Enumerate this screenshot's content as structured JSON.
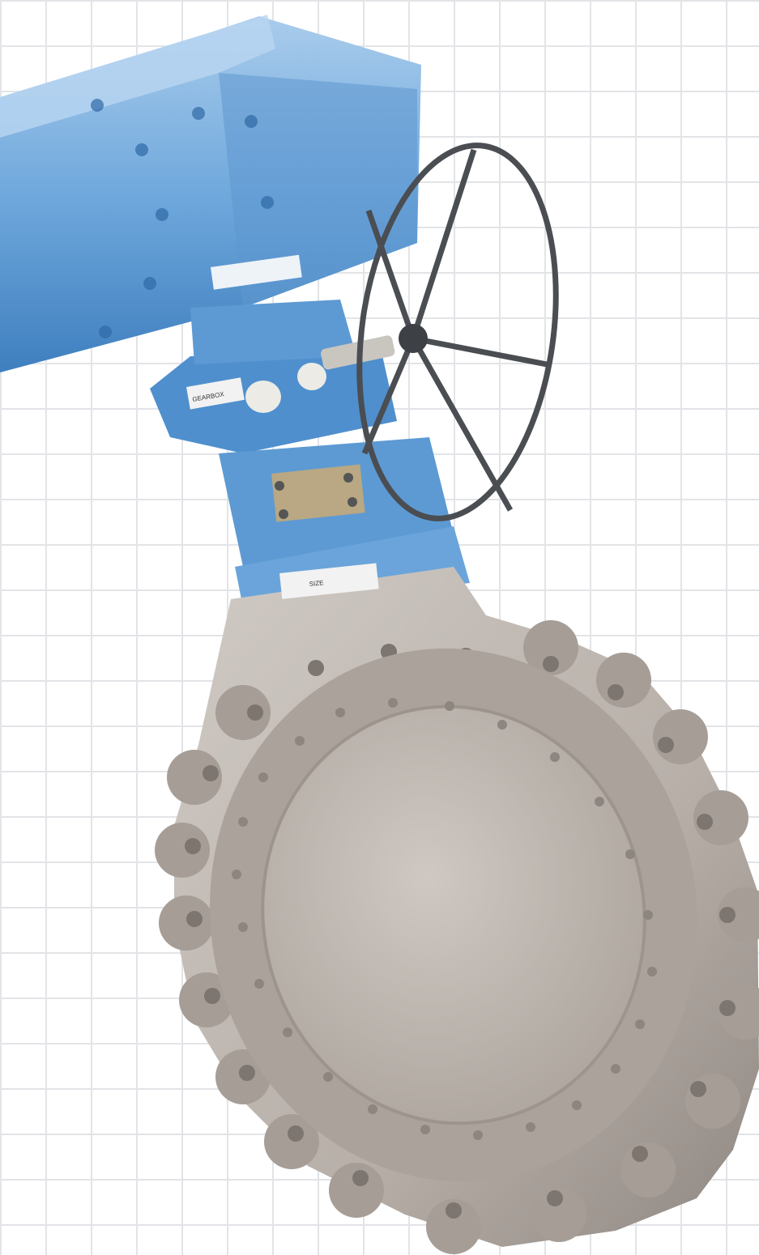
{
  "photo": {
    "subject": "butterfly-valve-with-actuator",
    "palette": {
      "background": "#ffffff",
      "grid_line": "#e2e4e7",
      "actuator_blue": "#6fa8dc",
      "actuator_blue_dark": "#3f7fbf",
      "actuator_blue_light": "#a9ccec",
      "valve_steel": "#b7afa8",
      "valve_steel_dark": "#8f8781",
      "valve_steel_light": "#d0cac5",
      "disc_face": "#c4bdb7",
      "handwheel": "#4a4d52",
      "plate_white": "#f2f2f2"
    },
    "nameplates": {
      "gearbox_plate": "GEARBOX",
      "body_plate": "SIZE"
    }
  }
}
